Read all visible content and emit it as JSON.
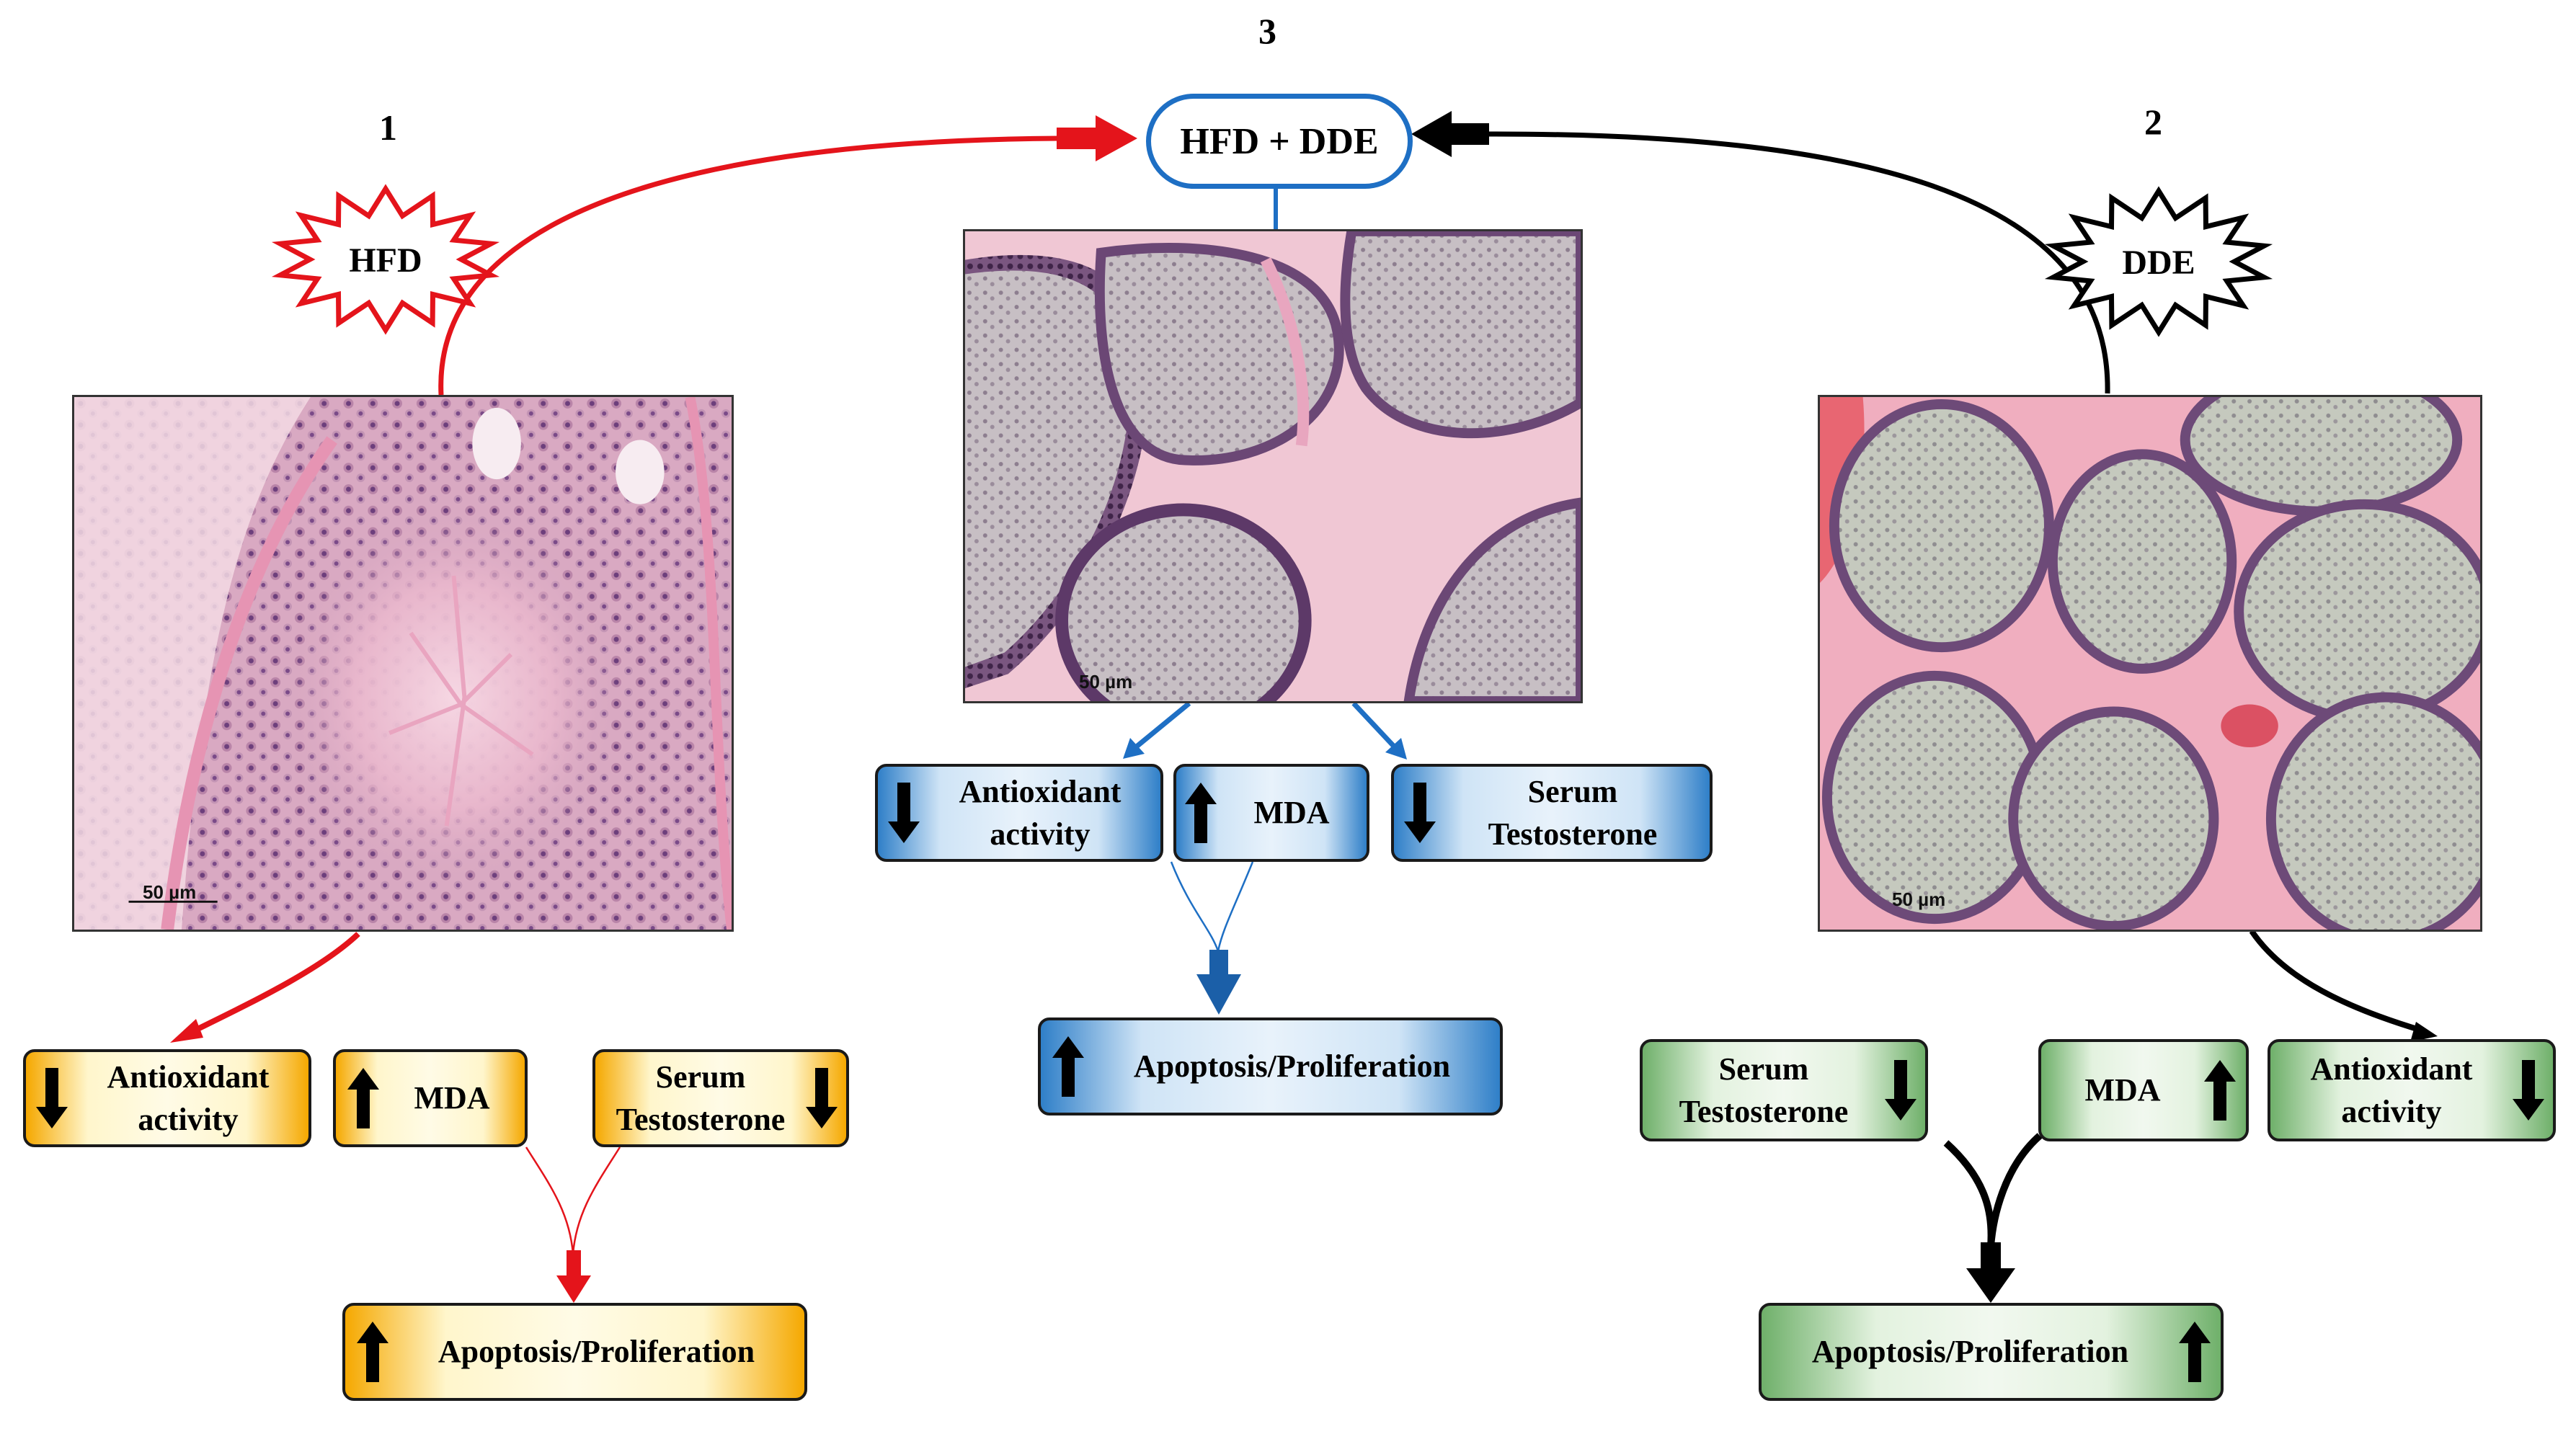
{
  "panels": {
    "hfd": {
      "number": "1",
      "label": "HFD",
      "scale_bar": "50 µm",
      "antioxidant": {
        "line1": "Antioxidant",
        "line2": "activity",
        "arrow": "down"
      },
      "mda": {
        "label": "MDA",
        "arrow": "up"
      },
      "testosterone": {
        "line1": "Serum",
        "line2": "Testosterone",
        "arrow": "down"
      },
      "apoptosis": {
        "label": "Apoptosis/Proliferation",
        "arrow": "up"
      },
      "accent_color": "#e4141b",
      "box_color": "#f5a800"
    },
    "combined": {
      "number": "3",
      "label": "HFD + DDE",
      "scale_bar": "50 µm",
      "antioxidant": {
        "line1": "Antioxidant",
        "line2": "activity",
        "arrow": "down"
      },
      "mda": {
        "label": "MDA",
        "arrow": "up"
      },
      "testosterone": {
        "line1": "Serum",
        "line2": "Testosterone",
        "arrow": "down"
      },
      "apoptosis": {
        "label": "Apoptosis/Proliferation",
        "arrow": "up"
      },
      "accent_color": "#1e6fc4",
      "box_color": "#2f7fc8"
    },
    "dde": {
      "number": "2",
      "label": "DDE",
      "scale_bar": "50 µm",
      "antioxidant": {
        "line1": "Antioxidant",
        "line2": "activity",
        "arrow": "down"
      },
      "mda": {
        "label": "MDA",
        "arrow": "up"
      },
      "testosterone": {
        "line1": "Serum",
        "line2": "Testosterone",
        "arrow": "down"
      },
      "apoptosis": {
        "label": "Apoptosis/Proliferation",
        "arrow": "up"
      },
      "accent_color": "#000000",
      "box_color": "#6fb06a"
    }
  },
  "icons": {
    "indicator_up": "up-arrow-icon",
    "indicator_down": "down-arrow-icon",
    "burst": "starburst-icon",
    "image": "histology-micrograph"
  }
}
